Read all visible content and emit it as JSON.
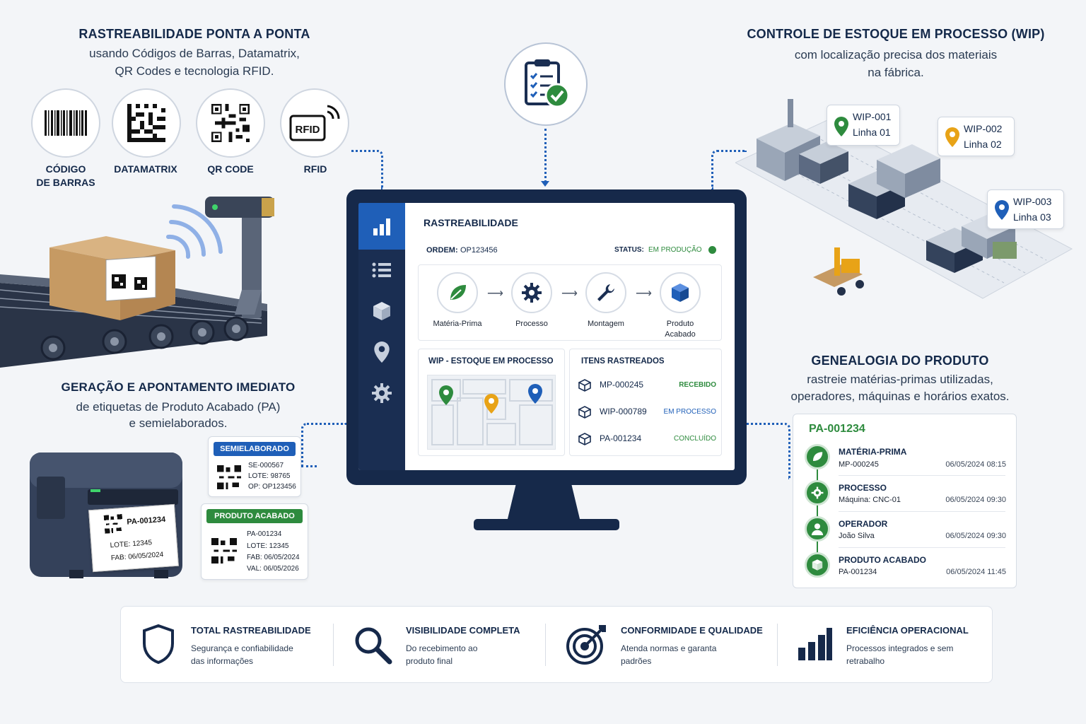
{
  "traceability": {
    "title": "RASTREABILIDADE PONTA A PONTA",
    "subtitle_1": "usando Códigos de Barras, Datamatrix,",
    "subtitle_2": "QR Codes e tecnologia RFID.",
    "codes": [
      {
        "label_1": "CÓDIGO",
        "label_2": "DE BARRAS",
        "icon": "barcode-icon"
      },
      {
        "label_1": "DATAMATRIX",
        "icon": "datamatrix-icon"
      },
      {
        "label_1": "QR CODE",
        "icon": "qr-code-icon"
      },
      {
        "label_1": "RFID",
        "icon": "rfid-icon",
        "icon_text": "RFID"
      }
    ]
  },
  "wip": {
    "title": "CONTROLE DE ESTOQUE EM PROCESSO (WIP)",
    "subtitle_1": "com localização precisa dos materiais",
    "subtitle_2": "na fábrica.",
    "locations": [
      {
        "code": "WIP-001",
        "line": "Linha 01",
        "color": "#2e8b3e"
      },
      {
        "code": "WIP-002",
        "line": "Linha 02",
        "color": "#e8a317"
      },
      {
        "code": "WIP-003",
        "line": "Linha 03",
        "color": "#1f5fb8"
      }
    ]
  },
  "labels": {
    "title": "GERAÇÃO E APONTAMENTO IMEDIATO",
    "subtitle_1": "de etiquetas de Produto Acabado (PA)",
    "subtitle_2": "e semielaborados.",
    "printed": {
      "code": "PA-001234",
      "lote": "LOTE: 12345",
      "fab": "FAB: 06/05/2024"
    },
    "semi": {
      "head": "SEMIELABORADO",
      "code": "SE-000567",
      "lote": "LOTE: 98765",
      "op": "OP:  OP123456"
    },
    "finished": {
      "head": "PRODUTO ACABADO",
      "code": "PA-001234",
      "lote": "LOTE: 12345",
      "fab": "FAB:  06/05/2024",
      "val": "VAL:  06/05/2026"
    }
  },
  "app": {
    "title": "RASTREABILIDADE",
    "order_label": "ORDEM:",
    "order_value": "OP123456",
    "status_label": "STATUS:",
    "status_value": "EM PRODUÇÃO",
    "status_color": "#2e8b3e",
    "flow": [
      {
        "label": "Matéria-Prima",
        "icon": "leaf-icon"
      },
      {
        "label": "Processo",
        "icon": "gear-icon"
      },
      {
        "label": "Montagem",
        "icon": "wrench-icon"
      },
      {
        "label_1": "Produto",
        "label_2": "Acabado",
        "icon": "cube-icon"
      }
    ],
    "wip_panel_title": "WIP - ESTOQUE EM PROCESSO",
    "items_panel_title": "ITENS RASTREADOS",
    "items": [
      {
        "code": "MP-000245",
        "status": "RECEBIDO",
        "color": "#2e8b3e"
      },
      {
        "code": "WIP-000789",
        "status": "EM PROCESSO",
        "color": "#1f5fb8"
      },
      {
        "code": "PA-001234",
        "status": "CONCLUÍDO",
        "color": "#2e8b3e"
      }
    ]
  },
  "genealogy": {
    "title": "GENEALOGIA DO PRODUTO",
    "subtitle_1": "rastreie matérias-primas utilizadas,",
    "subtitle_2": "operadores, máquinas e horários exatos.",
    "product": "PA-001234",
    "events": [
      {
        "title": "MATÉRIA-PRIMA",
        "detail": "MP-000245",
        "date": "06/05/2024  08:15",
        "icon": "leaf-icon"
      },
      {
        "title": "PROCESSO",
        "detail": "Máquina: CNC-01",
        "date": "06/05/2024  09:30",
        "icon": "gear-icon"
      },
      {
        "title": "OPERADOR",
        "detail": "João Silva",
        "date": "06/05/2024  09:30",
        "icon": "user-icon"
      },
      {
        "title": "PRODUTO ACABADO",
        "detail": "PA-001234",
        "date": "06/05/2024  11:45",
        "icon": "cube-icon"
      }
    ]
  },
  "benefits": [
    {
      "title": "TOTAL RASTREABILIDADE",
      "line_1": "Segurança e confiabilidade",
      "line_2": "das informações",
      "icon": "shield-icon"
    },
    {
      "title": "VISIBILIDADE COMPLETA",
      "line_1": "Do recebimento ao",
      "line_2": "produto final",
      "icon": "magnifier-icon"
    },
    {
      "title": "CONFORMIDADE E QUALIDADE",
      "line_1": "Atenda normas e garanta",
      "line_2": "padrões",
      "icon": "target-icon"
    },
    {
      "title": "EFICIÊNCIA OPERACIONAL",
      "line_1": "Processos integrados e sem",
      "line_2": "retrabalho",
      "icon": "bar-chart-icon"
    }
  ],
  "colors": {
    "navy": "#16294a",
    "green": "#2e8b3e",
    "blue": "#1f5fb8",
    "amber": "#e8a317"
  }
}
